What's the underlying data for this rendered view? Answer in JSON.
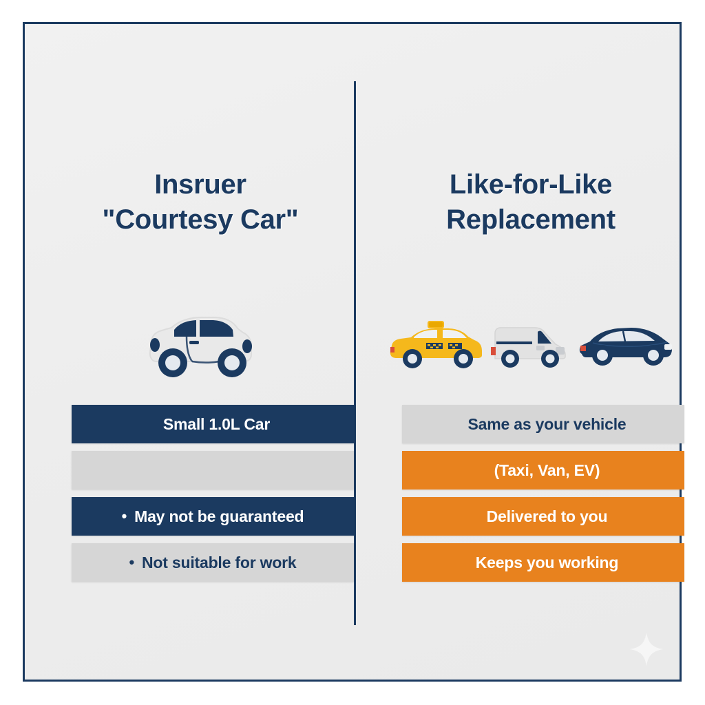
{
  "infographic": {
    "frame_color": "#1B3A60",
    "background_color": "#EEEEEE",
    "accent_orange": "#E8821E",
    "accent_grey": "#D6D6D6"
  },
  "left_column": {
    "heading_line1": "Insruer",
    "heading_line2": "\"Courtesy Car\"",
    "illustration": {
      "vehicles": [
        {
          "name": "small-city-car",
          "body_color": "#E9E9E9",
          "glass_color": "#1B3A60"
        }
      ]
    },
    "bars": [
      {
        "text": "Small 1.0L Car",
        "style": "navy",
        "bullet": ""
      },
      {
        "text": "",
        "style": "grey",
        "bullet": ""
      },
      {
        "text": "May not be guaranteed",
        "style": "navy",
        "bullet": "•"
      },
      {
        "text": "Not suitable for work",
        "style": "grey",
        "bullet": "•"
      }
    ]
  },
  "right_column": {
    "heading_line1": "Like-for-Like",
    "heading_line2": "Replacement",
    "illustration": {
      "vehicles": [
        {
          "name": "taxi",
          "body_color": "#F5B81C",
          "glass_color": "#1B3A60"
        },
        {
          "name": "van",
          "body_color": "#E2E2E2",
          "glass_color": "#1B3A60"
        },
        {
          "name": "sedan",
          "body_color": "#1B3A60",
          "glass_color": "#E4E9EF"
        }
      ]
    },
    "bars": [
      {
        "text": "Same as your vehicle",
        "style": "grey",
        "bullet": ""
      },
      {
        "text": "(Taxi, Van, EV)",
        "style": "orange",
        "bullet": ""
      },
      {
        "text": "Delivered to you",
        "style": "orange",
        "bullet": ""
      },
      {
        "text": "Keeps you working",
        "style": "orange",
        "bullet": ""
      }
    ]
  },
  "watermark": {
    "name": "sparkle-star",
    "color": "#FAFAFA"
  }
}
